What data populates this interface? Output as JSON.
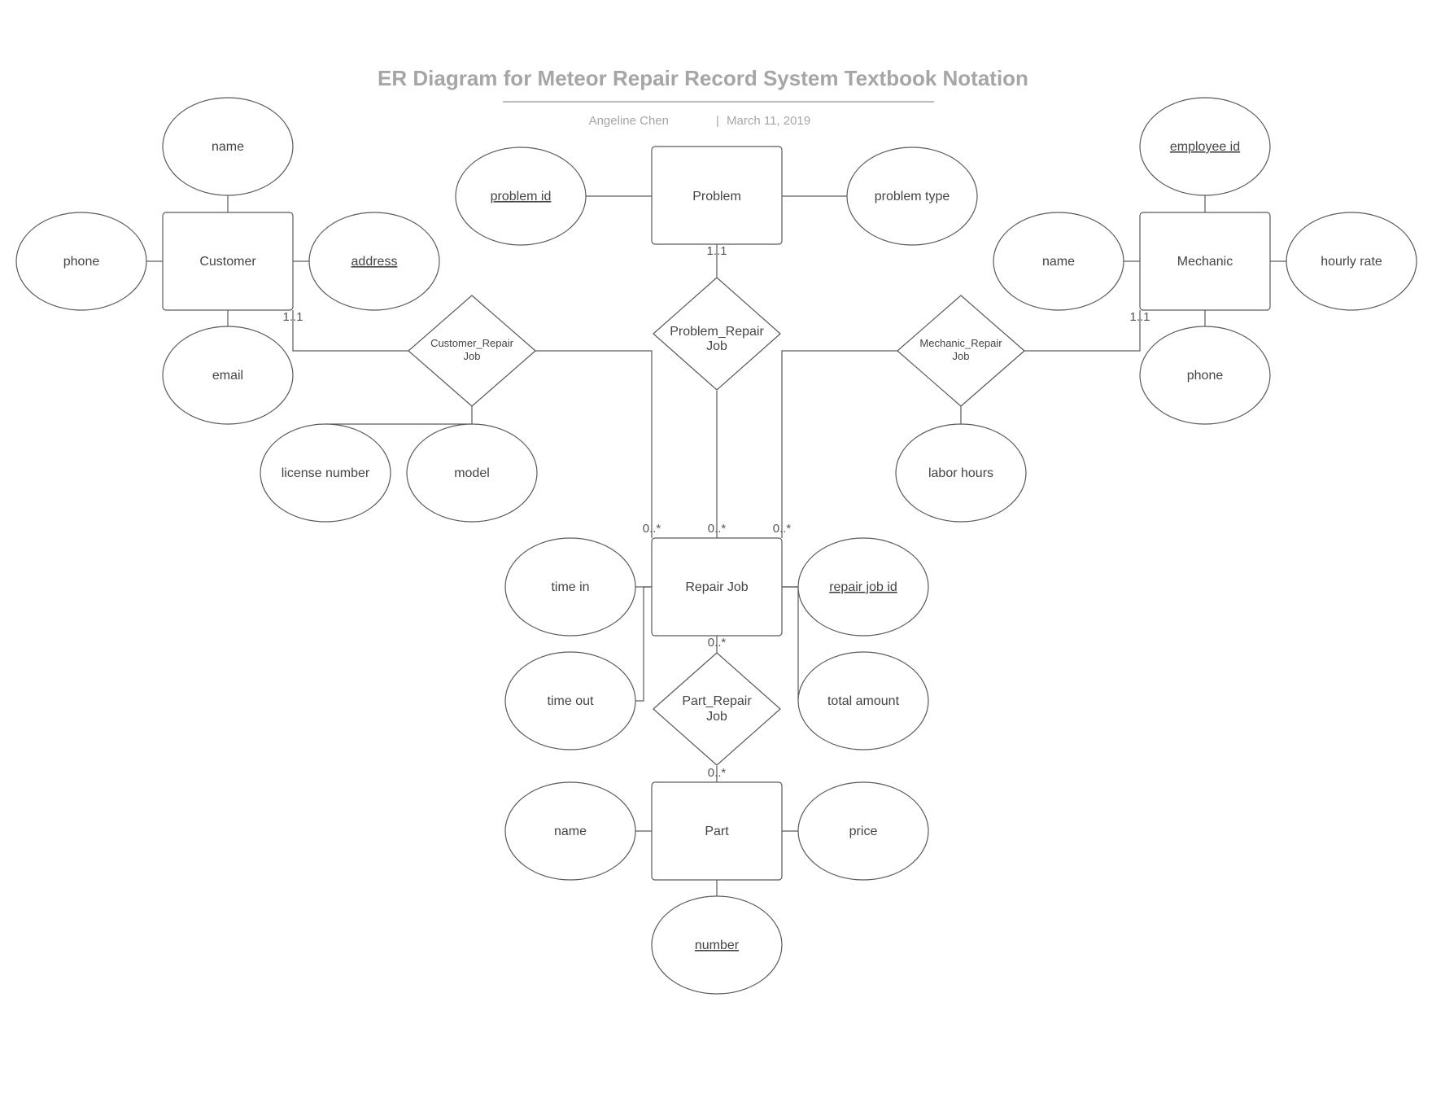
{
  "header": {
    "title": "ER Diagram for Meteor Repair Record System Textbook Notation",
    "author": "Angeline Chen",
    "separator": "|",
    "date": "March 11, 2019"
  },
  "entities": {
    "customer": "Customer",
    "problem": "Problem",
    "mechanic": "Mechanic",
    "repair_job": "Repair Job",
    "part": "Part"
  },
  "relationships": {
    "customer_repair_job": [
      "Customer_Repair",
      "Job"
    ],
    "problem_repair_job": [
      "Problem_Repair",
      "Job"
    ],
    "mechanic_repair_job": [
      "Mechanic_Repair",
      "Job"
    ],
    "part_repair_job": [
      "Part_Repair",
      "Job"
    ]
  },
  "attributes": {
    "customer_name": "name",
    "customer_phone": "phone",
    "customer_address": "address",
    "customer_email": "email",
    "problem_id": "problem id",
    "problem_type": "problem type",
    "mechanic_employee_id": "employee id",
    "mechanic_name": "name",
    "mechanic_hourly_rate": "hourly rate",
    "mechanic_phone": "phone",
    "license_number": "license number",
    "model": "model",
    "labor_hours": "labor hours",
    "time_in": "time in",
    "time_out": "time out",
    "repair_job_id": "repair job id",
    "total_amount": "total amount",
    "part_name": "name",
    "part_price": "price",
    "part_number": "number"
  },
  "cardinalities": {
    "customer": "1..1",
    "problem": "1..1",
    "mechanic": "1..1",
    "repair_job_customer": "0..*",
    "repair_job_problem": "0..*",
    "repair_job_mechanic": "0..*",
    "repair_job_part": "0..*",
    "part_repair_job": "0..*"
  }
}
